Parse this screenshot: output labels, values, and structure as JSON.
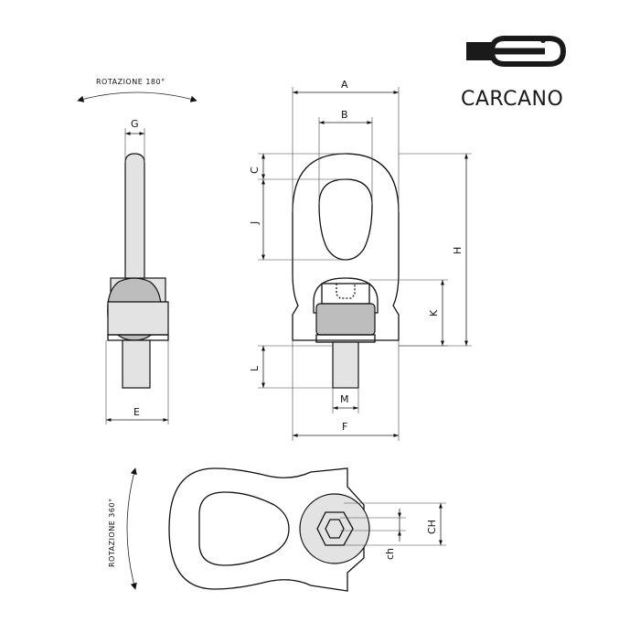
{
  "brand": {
    "name": "CARCANO"
  },
  "annotations": {
    "rotation_top": "ROTAZIONE 180°",
    "rotation_left": "ROTAZIONE 360°"
  },
  "dimensions": {
    "A": "A",
    "B": "B",
    "C": "C",
    "J": "J",
    "H": "H",
    "K": "K",
    "L": "L",
    "M": "M",
    "F": "F",
    "G": "G",
    "E": "E",
    "CH": "CH",
    "ch": "ch"
  },
  "icons": [
    "carcano-logo-icon",
    "rotation-arrow-icon"
  ]
}
